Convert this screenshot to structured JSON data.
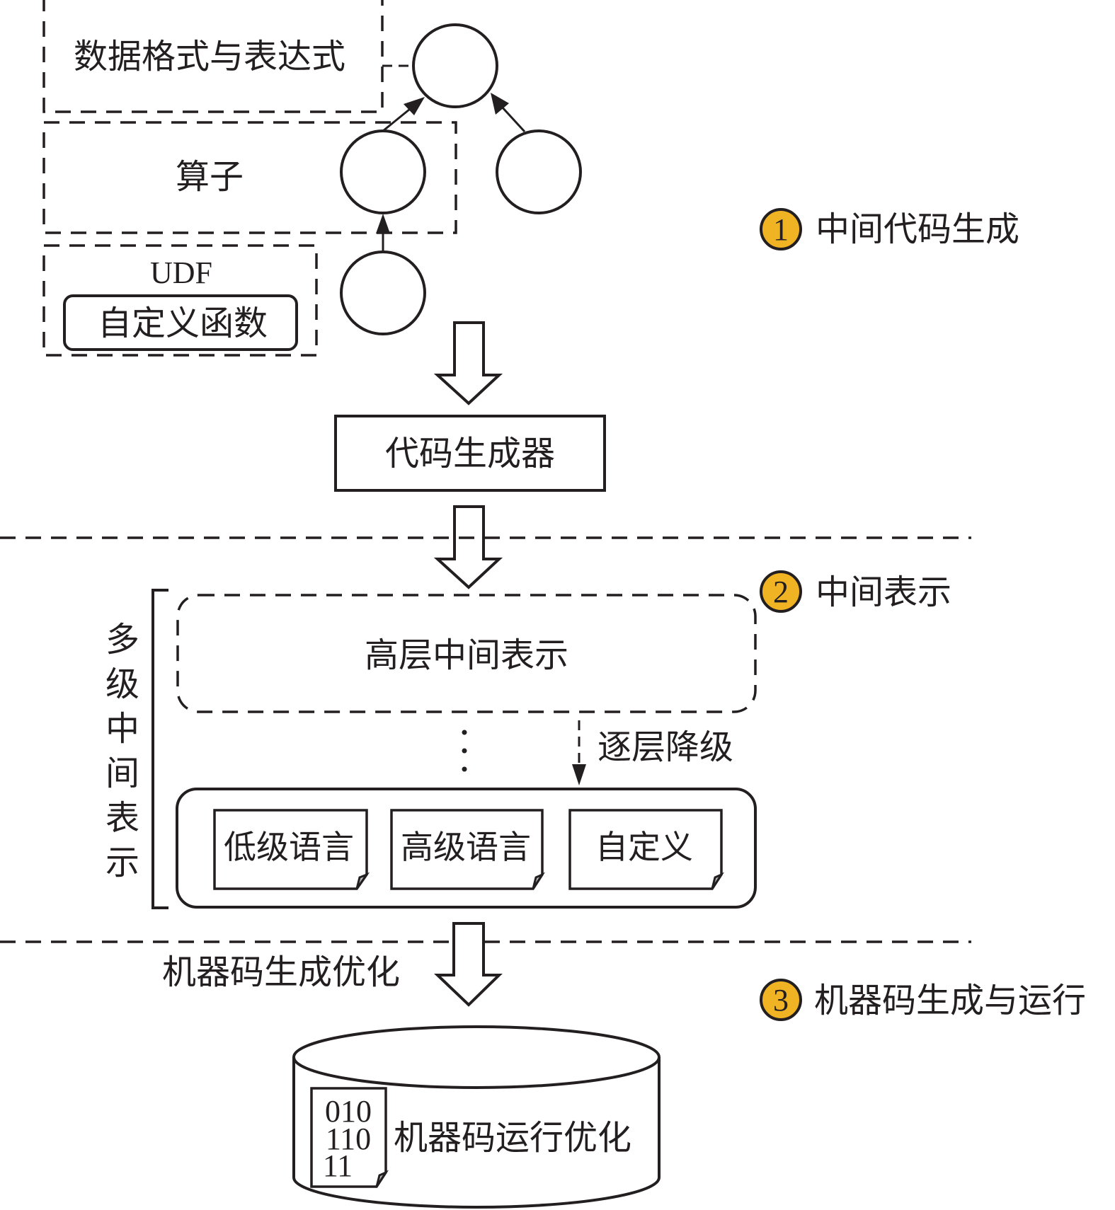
{
  "diagram": {
    "stage1": {
      "number": "1",
      "label": "中间代码生成",
      "boxes": {
        "data_format": "数据格式与表达式",
        "operator": "算子",
        "udf_title": "UDF",
        "udf_inner": "自定义函数"
      },
      "code_generator": "代码生成器"
    },
    "stage2": {
      "number": "2",
      "label": "中间表示",
      "bracket_label": [
        "多",
        "级",
        "中",
        "间",
        "表",
        "示"
      ],
      "high_level_ir": "高层中间表示",
      "lowering": "逐层降级",
      "ellipsis": "⋮",
      "docs": [
        "低级语言",
        "高级语言",
        "自定义"
      ]
    },
    "stage3": {
      "number": "3",
      "label": "机器码生成与运行",
      "gen_opt": "机器码生成优化",
      "run_opt": "机器码运行优化",
      "binary": [
        "010",
        "110",
        "11"
      ]
    },
    "colors": {
      "badge": "#f0b323",
      "line": "#231f20"
    }
  }
}
